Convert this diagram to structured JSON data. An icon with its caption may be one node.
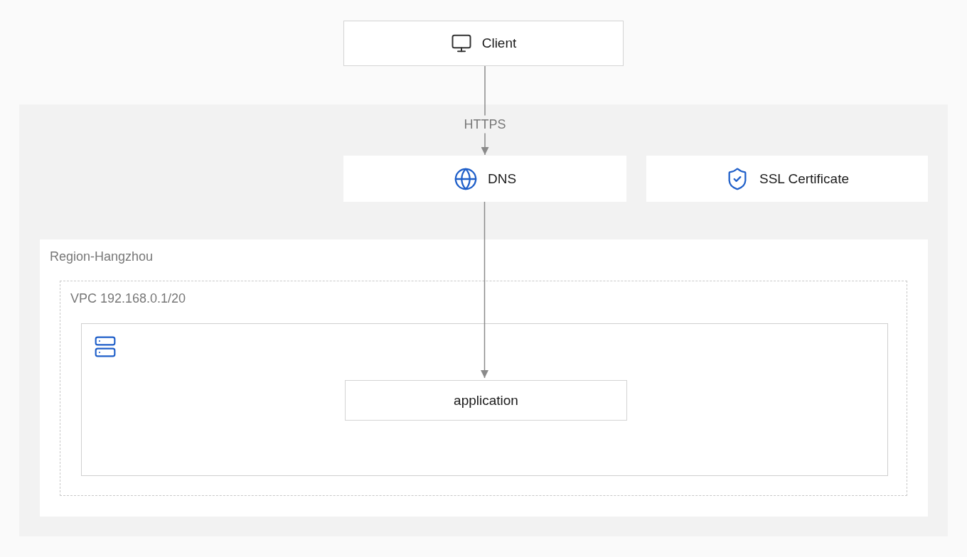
{
  "diagram": {
    "nodes": [
      {
        "text": [
          "Client"
        ]
      },
      {
        "text": [],
        "shape": "box"
      },
      {
        "text": [
          "DNS"
        ],
        "in": 1
      },
      {
        "text": [
          "SSL Certificate"
        ],
        "in": 1
      },
      {
        "text": [
          "Region-Hangzhou"
        ],
        "in": 1
      },
      {
        "text": [
          "VPC 192.168.0.1/20"
        ],
        "in": 4
      },
      {
        "text": [],
        "shape": "box",
        "in": 5
      },
      {
        "text": [
          "application"
        ],
        "in": 6
      }
    ],
    "edges": [
      {
        "from": 0,
        "to": 2,
        "arrow": "to",
        "label": "HTTPS"
      },
      {
        "from": 2,
        "to": 7,
        "arrow": "to"
      }
    ]
  }
}
